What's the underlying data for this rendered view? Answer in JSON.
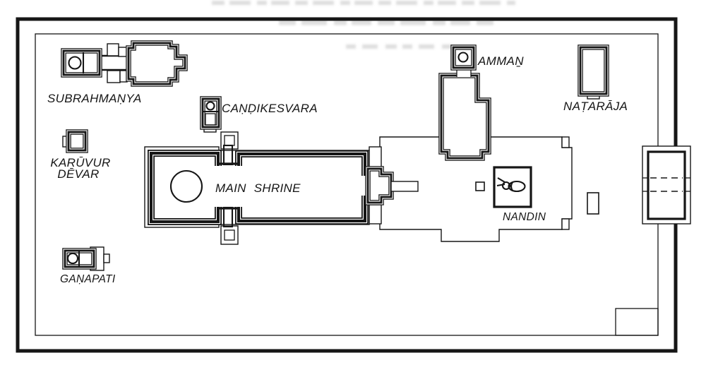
{
  "colors": {
    "ink": "#161616",
    "paper": "#ffffff"
  },
  "plan": {
    "labels": {
      "subrahmanya": "SUBRAHMAṆYA",
      "karuvur_devar": [
        "KARŪVUR",
        "DĒVAR"
      ],
      "ganapati": "GAṆAPATI",
      "candikesvara": "CAṆḌIKESVARA",
      "main_shrine": "MAIN SHRINE",
      "nandin": "NANDIN",
      "amman": "AMMAṈ",
      "nataraja": "NAṬARĀJA"
    },
    "icons": {
      "nandi_bull": "nandi-bull-icon",
      "lingam_circle": "lingam-circle-icon",
      "deity_circle": "deity-circle-icon"
    }
  }
}
